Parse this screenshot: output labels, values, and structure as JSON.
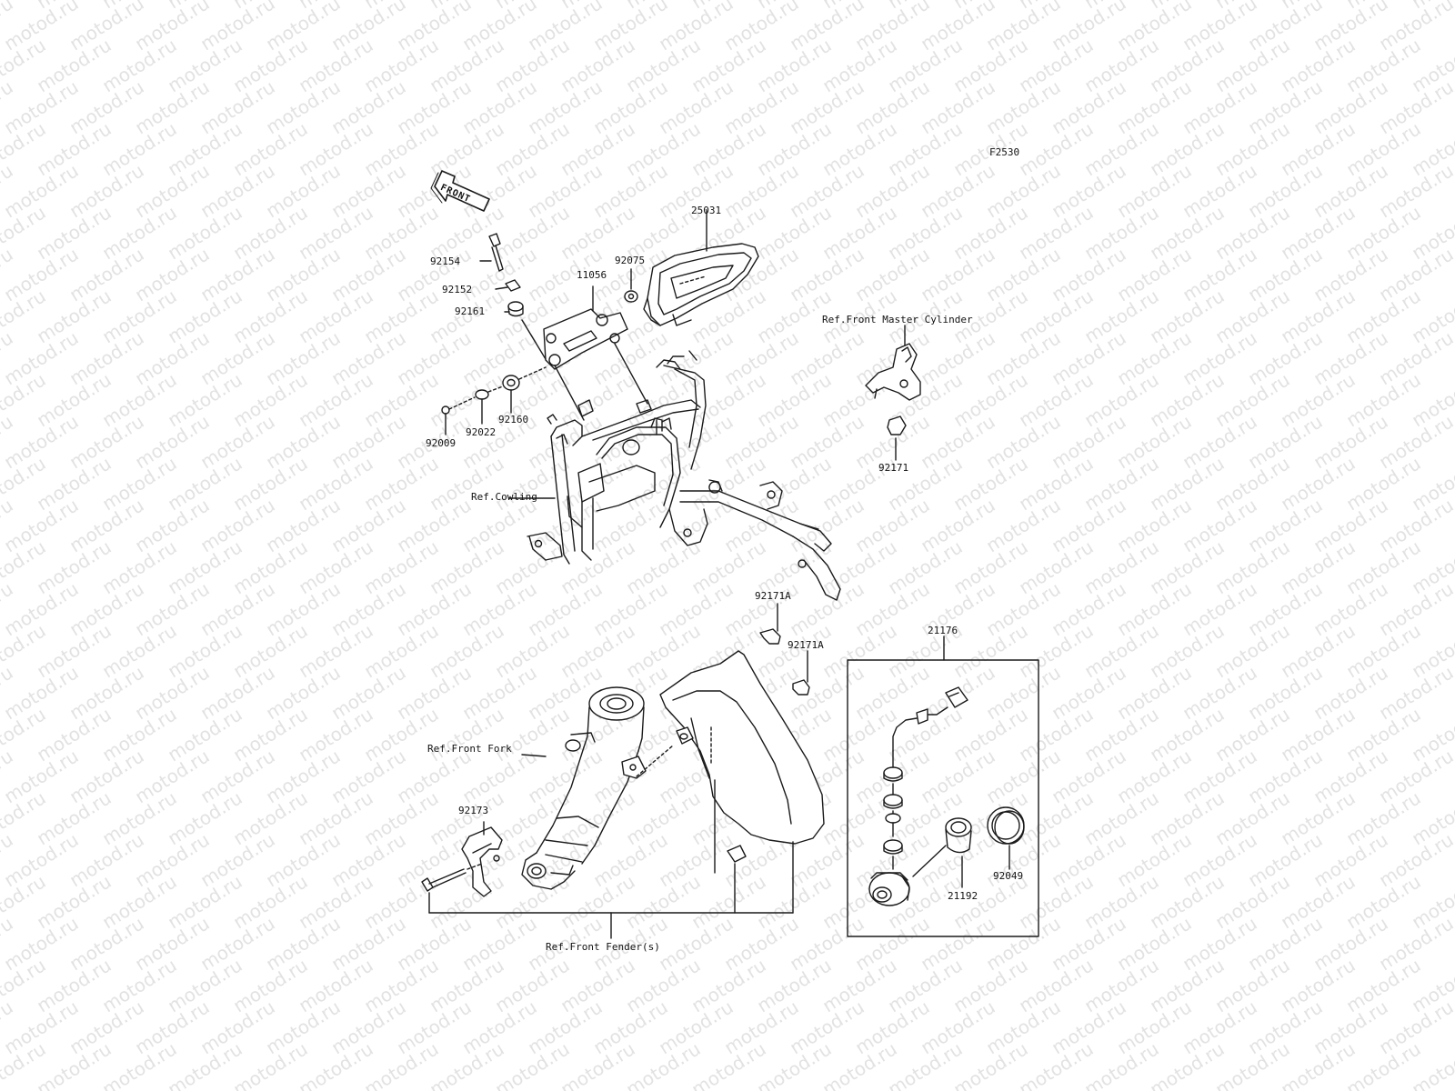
{
  "figure_code": "F2530",
  "orientation_badge": "FRONT",
  "watermark": "motod.ru",
  "part_labels": {
    "p25031": "25031",
    "p92154": "92154",
    "p92152": "92152",
    "p92161": "92161",
    "p11056": "11056",
    "p92075": "92075",
    "p92009": "92009",
    "p92022": "92022",
    "p92160": "92160",
    "p92171": "92171",
    "p92171A_1": "92171A",
    "p92171A_2": "92171A",
    "p21176": "21176",
    "p92173": "92173",
    "p21192": "21192",
    "p92049": "92049"
  },
  "reference_labels": {
    "master_cylinder": "Ref.Front Master Cylinder",
    "cowling": "Ref.Cowling",
    "front_fork": "Ref.Front Fork",
    "front_fender": "Ref.Front Fender(s)"
  },
  "colors": {
    "line": "#1a1a1a",
    "watermark": "#e2e2e2",
    "background": "#ffffff"
  }
}
